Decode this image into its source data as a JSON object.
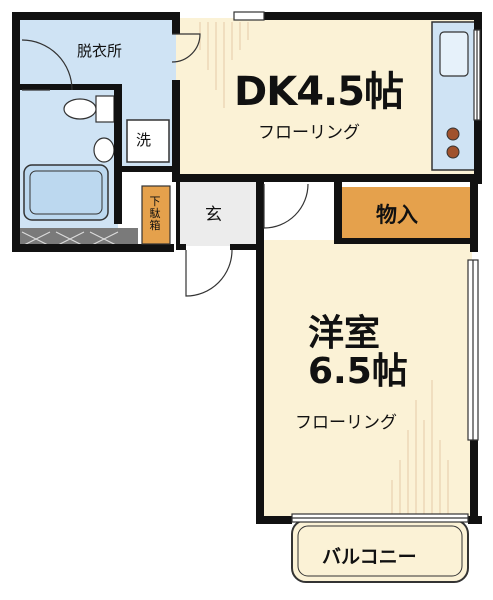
{
  "rooms": {
    "dk": {
      "title": "DK4.5帖",
      "floor": "フローリング"
    },
    "datsuijo": {
      "label": "脱衣所"
    },
    "sentaku": {
      "label": "洗"
    },
    "genkan": {
      "label": "玄"
    },
    "geta_bako": {
      "label": "下駄箱"
    },
    "monoire": {
      "label": "物入"
    },
    "yoshitsu": {
      "title_line1": "洋室",
      "title_line2": "6.5帖",
      "floor": "フローリング"
    },
    "balcony": {
      "label": "バルコニー"
    }
  },
  "colors": {
    "floor_wood": "#fbf2d6",
    "bath_blue": "#cfe3f4",
    "closet_orange": "#e5a14c",
    "wall": "#111111",
    "stairs_gray": "#7a7a7a"
  }
}
